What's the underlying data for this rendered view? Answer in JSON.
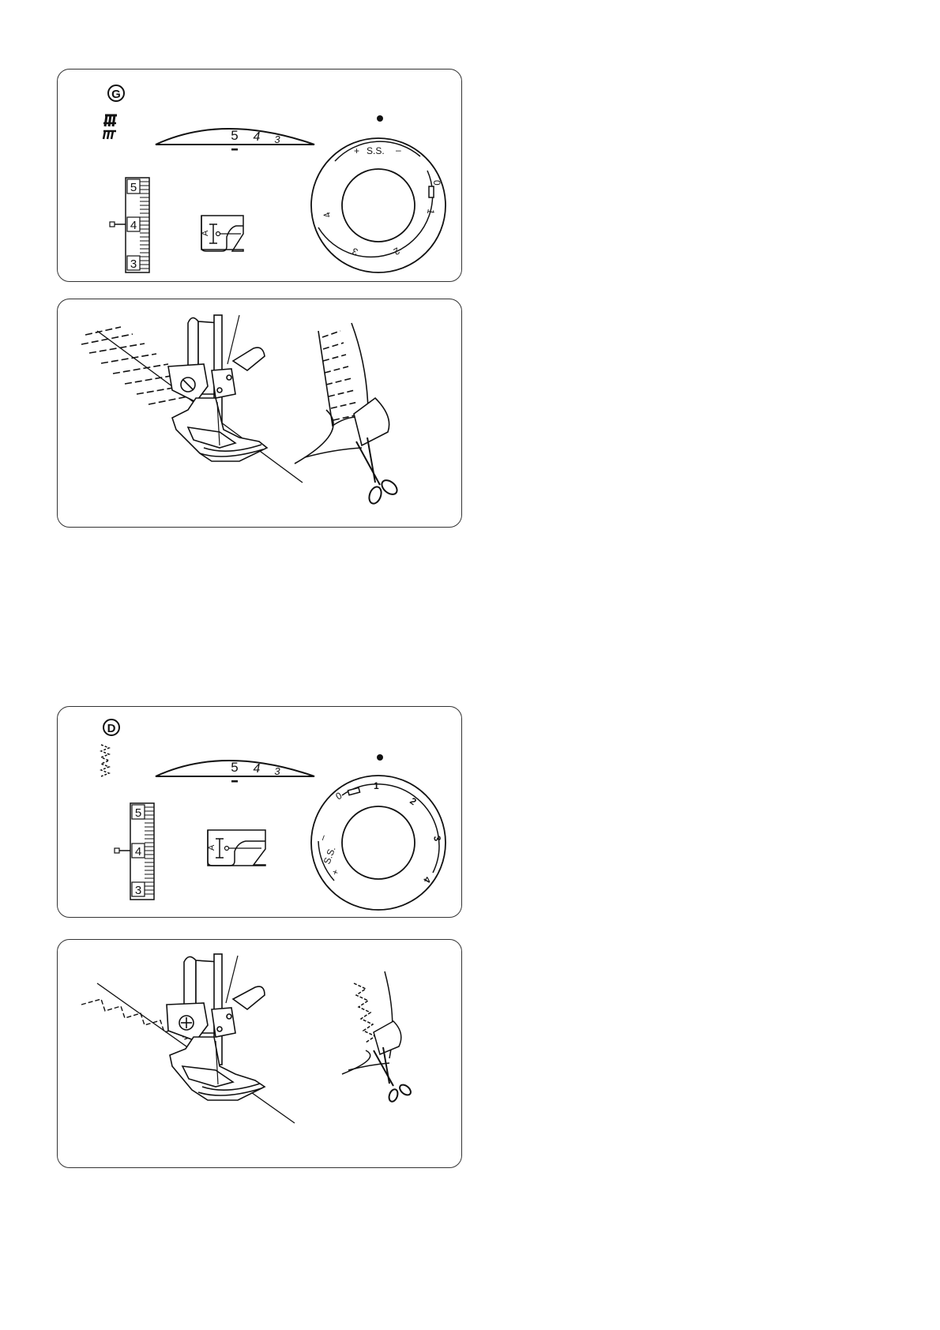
{
  "panels": [
    {
      "id": "G",
      "pattern_letter": "G",
      "tension_dial": {
        "numbers": [
          "5",
          "4",
          "3"
        ]
      },
      "width_dial": {
        "marks": [
          "+",
          "S.S.",
          "–",
          "0",
          "1",
          "2",
          "3",
          "4"
        ]
      },
      "length_scale": {
        "labels": [
          "5",
          "4",
          "3"
        ]
      },
      "foot_letter": "A"
    },
    {
      "id": "D",
      "pattern_letter": "D",
      "tension_dial": {
        "numbers": [
          "5",
          "4",
          "3"
        ]
      },
      "width_dial": {
        "marks": [
          "0",
          "1",
          "2",
          "3",
          "4",
          "+",
          "S.S.",
          "–"
        ]
      },
      "length_scale": {
        "labels": [
          "5",
          "4",
          "3"
        ]
      },
      "foot_letter": "A"
    }
  ]
}
